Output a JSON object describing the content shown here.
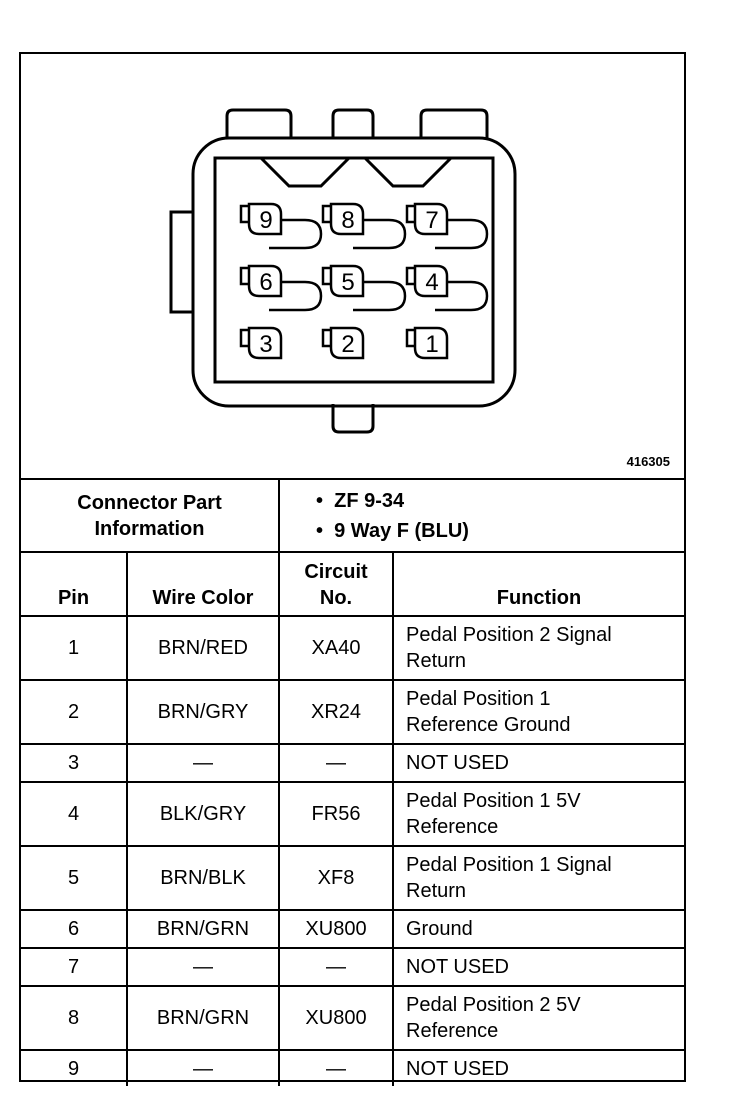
{
  "figure_number": "416305",
  "connector_pins": [
    "9",
    "8",
    "7",
    "6",
    "5",
    "4",
    "3",
    "2",
    "1"
  ],
  "connector_info": {
    "label_line1": "Connector Part",
    "label_line2": "Information",
    "items": [
      "ZF 9-34",
      "9 Way F (BLU)"
    ]
  },
  "columns": {
    "pin": "Pin",
    "wire_color": "Wire Color",
    "circuit_line1": "Circuit",
    "circuit_line2": "No.",
    "function": "Function"
  },
  "rows": [
    {
      "pin": "1",
      "wire": "BRN/RED",
      "circuit": "XA40",
      "fn1": "Pedal Position 2 Signal",
      "fn2": "Return"
    },
    {
      "pin": "2",
      "wire": "BRN/GRY",
      "circuit": "XR24",
      "fn1": "Pedal Position 1",
      "fn2": "Reference Ground"
    },
    {
      "pin": "3",
      "wire": "—",
      "circuit": "—",
      "fn1": "NOT USED",
      "fn2": ""
    },
    {
      "pin": "4",
      "wire": "BLK/GRY",
      "circuit": "FR56",
      "fn1": "Pedal Position 1 5V",
      "fn2": "Reference"
    },
    {
      "pin": "5",
      "wire": "BRN/BLK",
      "circuit": "XF8",
      "fn1": "Pedal Position 1 Signal",
      "fn2": "Return"
    },
    {
      "pin": "6",
      "wire": "BRN/GRN",
      "circuit": "XU800",
      "fn1": "Ground",
      "fn2": ""
    },
    {
      "pin": "7",
      "wire": "—",
      "circuit": "—",
      "fn1": "NOT USED",
      "fn2": ""
    },
    {
      "pin": "8",
      "wire": "BRN/GRN",
      "circuit": "XU800",
      "fn1": "Pedal Position 2 5V",
      "fn2": "Reference"
    },
    {
      "pin": "9",
      "wire": "—",
      "circuit": "—",
      "fn1": "NOT USED",
      "fn2": ""
    }
  ]
}
